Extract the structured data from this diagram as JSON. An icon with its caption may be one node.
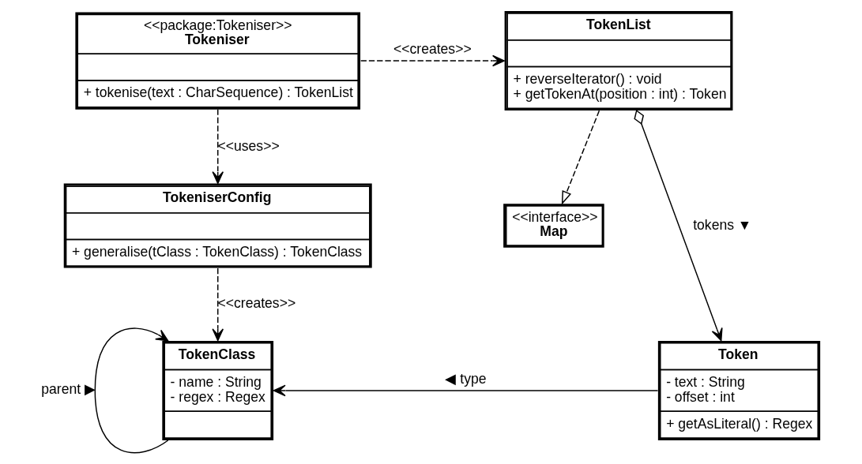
{
  "diagram": {
    "nodes": [
      {
        "text": [
          "<<package:Tokeniser>>",
          "Tokeniser",
          "+ tokenise(text : CharSequence) : TokenList"
        ]
      },
      {
        "text": [
          "TokenList",
          "+ reverseIterator() : void",
          "+ getTokenAt(position : int) : Token"
        ]
      },
      {
        "text": [
          "TokeniserConfig",
          "+ generalise(tClass : TokenClass) : TokenClass"
        ]
      },
      {
        "text": [
          "<<interface>>",
          "Map"
        ]
      },
      {
        "text": [
          "TokenClass",
          "- name : String",
          "- regex : Regex"
        ]
      },
      {
        "text": [
          "Token",
          "- text : String",
          "- offset : int",
          "+ getAsLiteral() : Regex"
        ]
      }
    ],
    "edges": [
      {
        "from": 0,
        "to": 1,
        "arrow": "to",
        "style": "dashed",
        "label": "<<creates>>"
      },
      {
        "from": 0,
        "to": 2,
        "arrow": "to",
        "style": "dashed",
        "label": "<<uses>>"
      },
      {
        "from": 1,
        "to": 3,
        "arrow": "to",
        "style": "dashed"
      },
      {
        "from": 1,
        "to": 5,
        "arrow": "to",
        "label": "tokens ▼"
      },
      {
        "from": 2,
        "to": 4,
        "arrow": "to",
        "style": "dashed",
        "label": "<<creates>>"
      },
      {
        "from": 4,
        "to": 4,
        "arrow": "to",
        "label": "parent ▶"
      },
      {
        "from": 5,
        "to": 4,
        "arrow": "to",
        "label": "◀ type"
      }
    ]
  }
}
